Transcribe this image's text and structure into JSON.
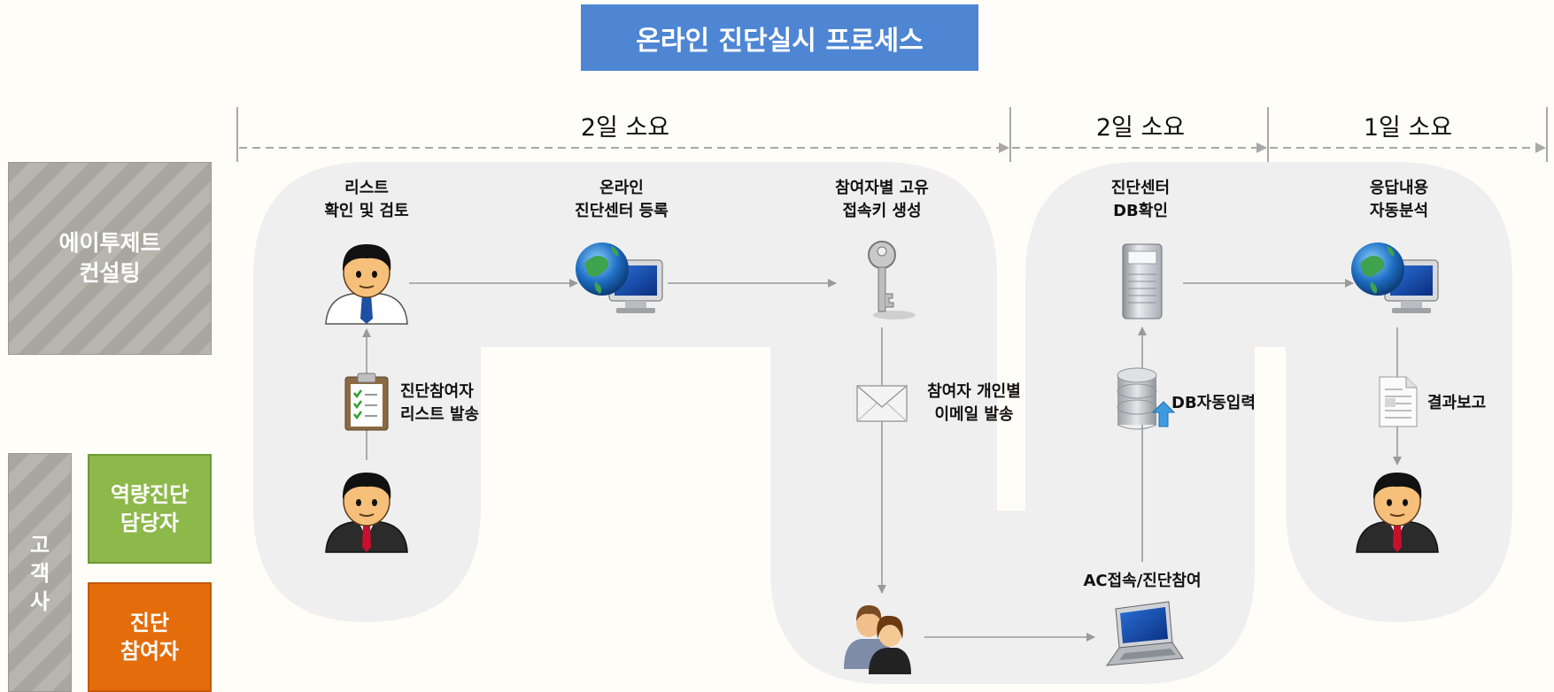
{
  "title": "온라인 진단실시 프로세스",
  "durations": [
    "2일 소요",
    "2일 소요",
    "1일 소요"
  ],
  "actors": {
    "consulting": [
      "에이투제트",
      "컨설팅"
    ],
    "customer": [
      "고",
      "객",
      "사"
    ],
    "manager": [
      "역량진단",
      "담당자"
    ],
    "participant": [
      "진단",
      "참여자"
    ]
  },
  "steps": {
    "list_review": [
      "리스트",
      "확인 및 검토"
    ],
    "online_register": [
      "온라인",
      "진단센터 등록"
    ],
    "unique_key": [
      "참여자별 고유",
      "접속키 생성"
    ],
    "db_check": [
      "진단센터",
      "DB확인"
    ],
    "auto_analysis": [
      "응답내용",
      "자동분석"
    ]
  },
  "annotations": {
    "send_list": [
      "진단참여자",
      "리스트 발송"
    ],
    "send_email": [
      "참여자 개인별",
      "이메일 발송"
    ],
    "db_input": "DB자동입력",
    "access": "AC접속/진단참여",
    "report": "결과보고"
  }
}
